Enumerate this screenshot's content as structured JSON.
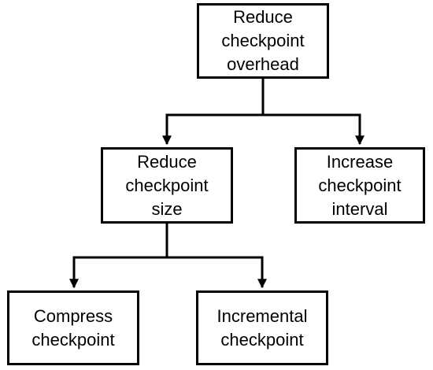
{
  "diagram": {
    "root": {
      "lines": [
        "Reduce",
        "checkpoint",
        "overhead"
      ]
    },
    "reduce_size": {
      "lines": [
        "Reduce",
        "checkpoint",
        "size"
      ]
    },
    "increase_interval": {
      "lines": [
        "Increase",
        "checkpoint",
        "interval"
      ]
    },
    "compress": {
      "lines": [
        "Compress",
        "checkpoint"
      ]
    },
    "incremental": {
      "lines": [
        "Incremental",
        "checkpoint"
      ]
    }
  },
  "colors": {
    "stroke": "#000000",
    "box_fill": "#ffffff",
    "text": "#000000",
    "background": "#ffffff"
  }
}
